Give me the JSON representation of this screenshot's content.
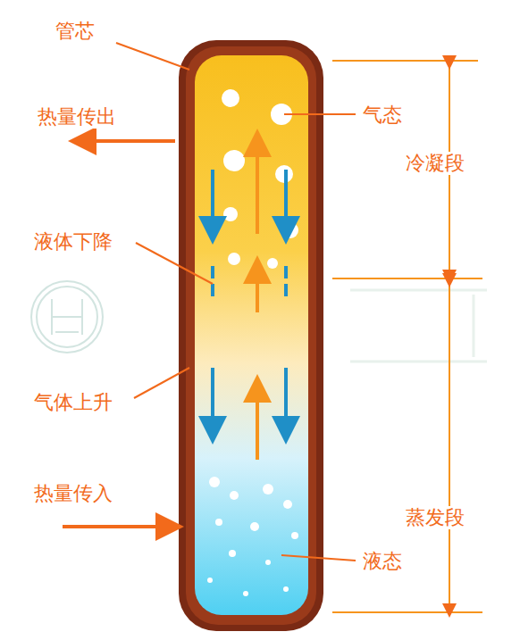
{
  "diagram": {
    "labels": [
      "管芯",
      "热量传出",
      "气态",
      "冷凝段",
      "液体下降",
      "气体上升",
      "热量传入",
      "蒸发段",
      "液态"
    ]
  }
}
